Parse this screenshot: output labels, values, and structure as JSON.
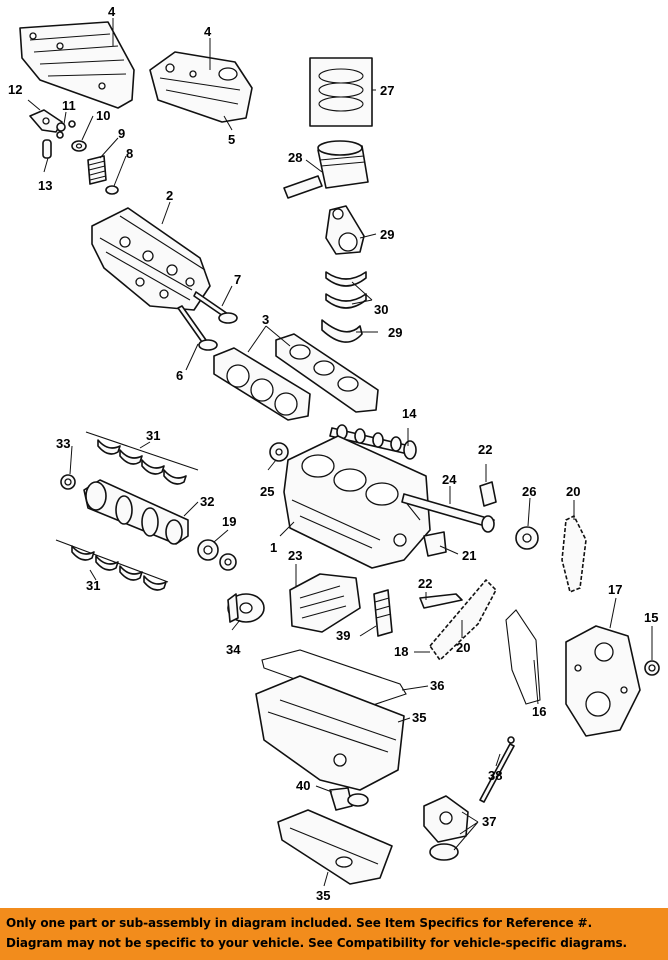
{
  "callouts": {
    "c1": "1",
    "c2": "2",
    "c3": "3",
    "c4a": "4",
    "c4b": "4",
    "c5": "5",
    "c6": "6",
    "c7": "7",
    "c8": "8",
    "c9": "9",
    "c10": "10",
    "c11": "11",
    "c12": "12",
    "c13": "13",
    "c14": "14",
    "c15": "15",
    "c16": "16",
    "c17": "17",
    "c18": "18",
    "c19": "19",
    "c20a": "20",
    "c20b": "20",
    "c21": "21",
    "c22a": "22",
    "c22b": "22",
    "c23": "23",
    "c24": "24",
    "c25": "25",
    "c26": "26",
    "c27": "27",
    "c28": "28",
    "c29a": "29",
    "c29b": "29",
    "c30": "30",
    "c31a": "31",
    "c31b": "31",
    "c32": "32",
    "c33": "33",
    "c34": "34",
    "c35a": "35",
    "c35b": "35",
    "c36": "36",
    "c37": "37",
    "c38": "38",
    "c39": "39",
    "c40": "40"
  },
  "footer": {
    "line1": "Only one part or sub-assembly in diagram included. See Item Specifics for Reference #.",
    "line2": "Diagram may not be specific to your vehicle. See Compatibility for vehicle-specific diagrams.",
    "background": "#f28c1c"
  }
}
